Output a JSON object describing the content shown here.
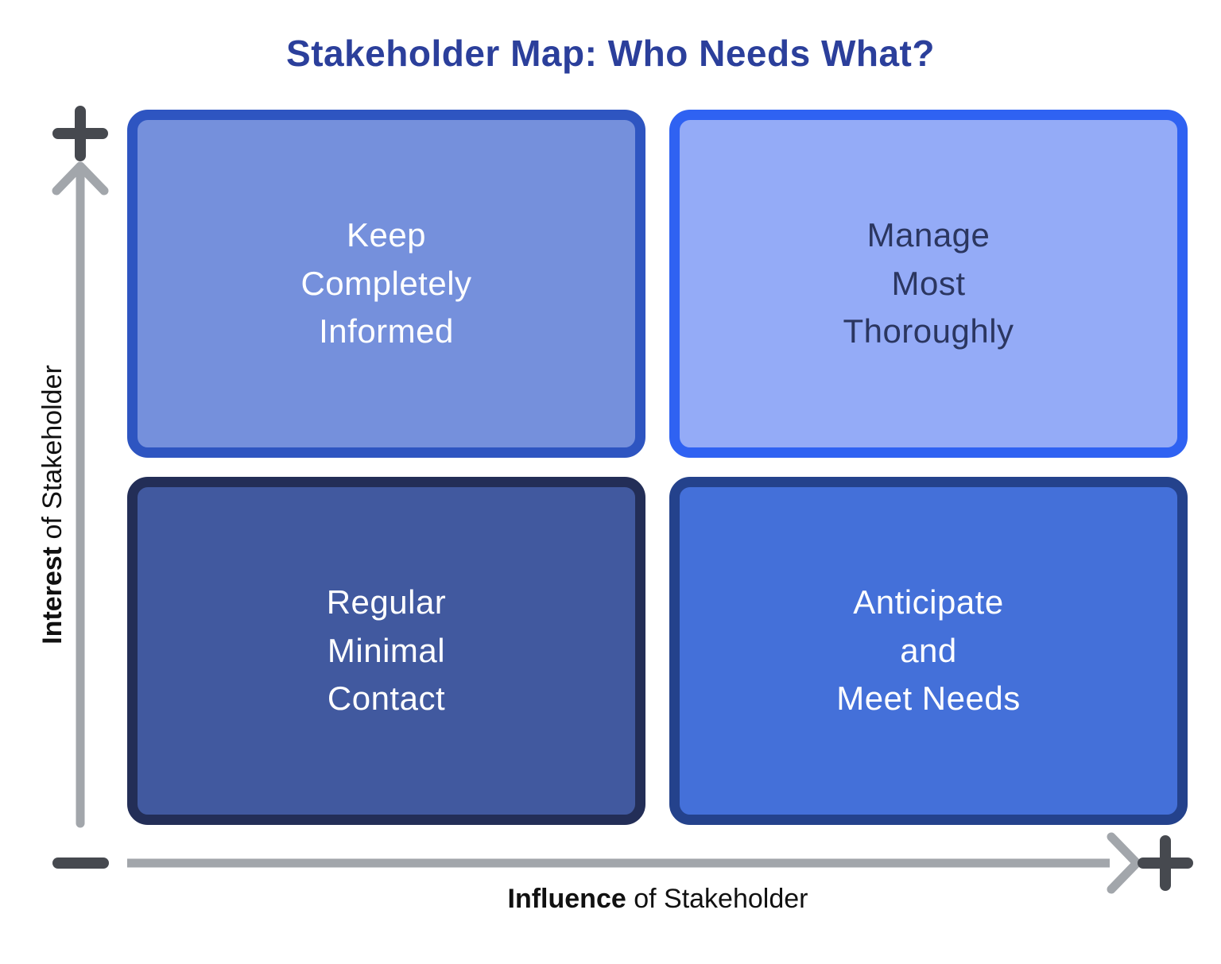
{
  "title": {
    "text": "Stakeholder Map: Who Needs What?",
    "color": "#2b3f9b"
  },
  "quadrants": [
    {
      "position": "top-left",
      "label": "Keep\nCompletely\nInformed",
      "fill": "#7590dc",
      "border": "#2e55c1",
      "text_color": "#ffffff"
    },
    {
      "position": "top-right",
      "label": "Manage\nMost\nThoroughly",
      "fill": "#94abf7",
      "border": "#2f62f2",
      "text_color": "#2b3660"
    },
    {
      "position": "bottom-left",
      "label": "Regular\nMinimal\nContact",
      "fill": "#41599f",
      "border": "#232e57",
      "text_color": "#ffffff"
    },
    {
      "position": "bottom-right",
      "label": "Anticipate\nand\nMeet Needs",
      "fill": "#4470d9",
      "border": "#24428c",
      "text_color": "#ffffff"
    }
  ],
  "axes": {
    "y": {
      "bold": "Interest",
      "rest": " of Stakeholder",
      "top_sign": "plus"
    },
    "x": {
      "bold": "Influence",
      "rest": " of Stakeholder",
      "left_sign": "minus",
      "right_sign": "plus"
    },
    "line_color": "#a2a6ab",
    "sign_color": "#46494f"
  }
}
